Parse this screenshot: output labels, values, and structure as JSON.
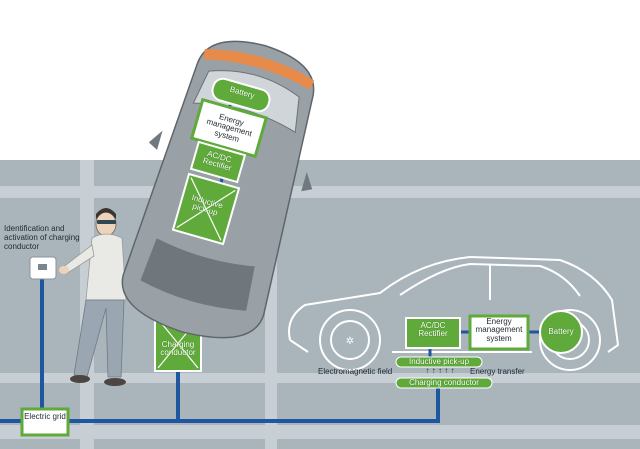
{
  "colors": {
    "background_gray": "#a9b4bb",
    "road_light": "#d0d6da",
    "cable_blue": "#1e56a0",
    "box_green": "#5faa3a",
    "box_green_dark": "#3f8a21",
    "car_silver": "#9aa1a6",
    "roof_orange": "#e88a4a"
  },
  "labels": {
    "identification": "Identification and activation of charging conductor",
    "electric_grid": "Electric grid",
    "charging_conductor_ground": "Charging conductor",
    "battery_top": "Battery",
    "energy_mgmt_top": "Energy management system",
    "acdc_top": "AC/DC Rectifier",
    "pickup_top": "Inductive pick-up",
    "acdc_right": "AC/DC Rectifier",
    "energy_mgmt_right": "Energy management system",
    "battery_right": "Battery",
    "pickup_right": "Inductive pick-up",
    "em_field": "Electromagnetic field",
    "energy_transfer": "Energy transfer",
    "arrows": "↑ ↑ ↑ ↑ ↑",
    "charging_conductor_right": "Charging conductor"
  },
  "icons": [
    "person-icon",
    "wall-reader-icon",
    "car-top-view-icon",
    "car-side-outline-icon"
  ]
}
